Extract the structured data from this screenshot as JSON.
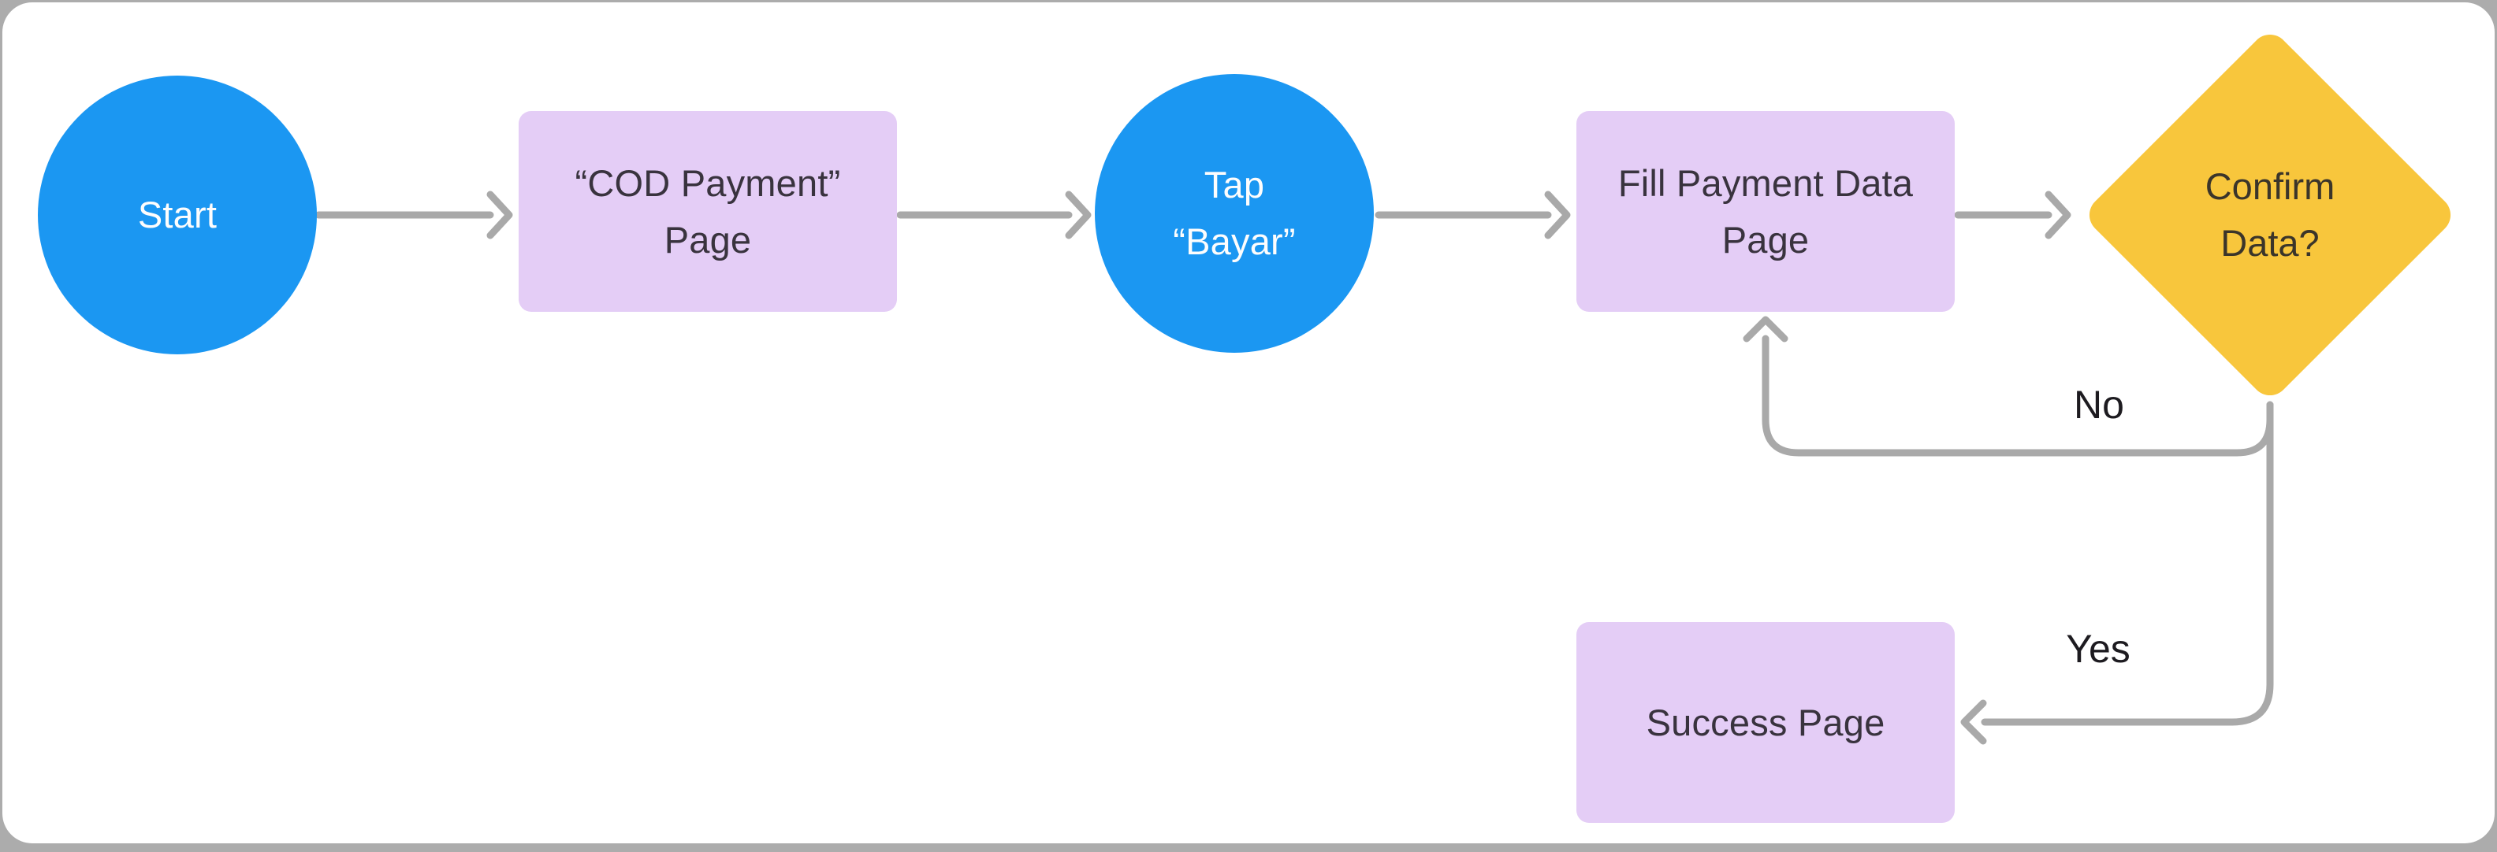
{
  "diagram": {
    "nodes": {
      "start": {
        "shape": "circle",
        "label_lines": [
          "Start"
        ]
      },
      "cod": {
        "shape": "rect",
        "label_lines": [
          "“COD Payment”",
          "Page"
        ]
      },
      "tap": {
        "shape": "circle",
        "label_lines": [
          "Tap",
          "“Bayar”"
        ]
      },
      "fill": {
        "shape": "rect",
        "label_lines": [
          "Fill Payment Data",
          "Page"
        ]
      },
      "confirm": {
        "shape": "diamond",
        "label_lines": [
          "Confirm",
          "Data?"
        ]
      },
      "success": {
        "shape": "rect",
        "label_lines": [
          "Success Page"
        ]
      }
    },
    "edge_labels": {
      "no": "No",
      "yes": "Yes"
    },
    "colors": {
      "circle_fill": "#1B97F2",
      "rect_fill": "#E4CDF6",
      "diamond_fill": "#F8C63C",
      "connector": "#A9A9A9",
      "canvas": "#FFFFFF",
      "frame": "#ACACAC"
    }
  }
}
